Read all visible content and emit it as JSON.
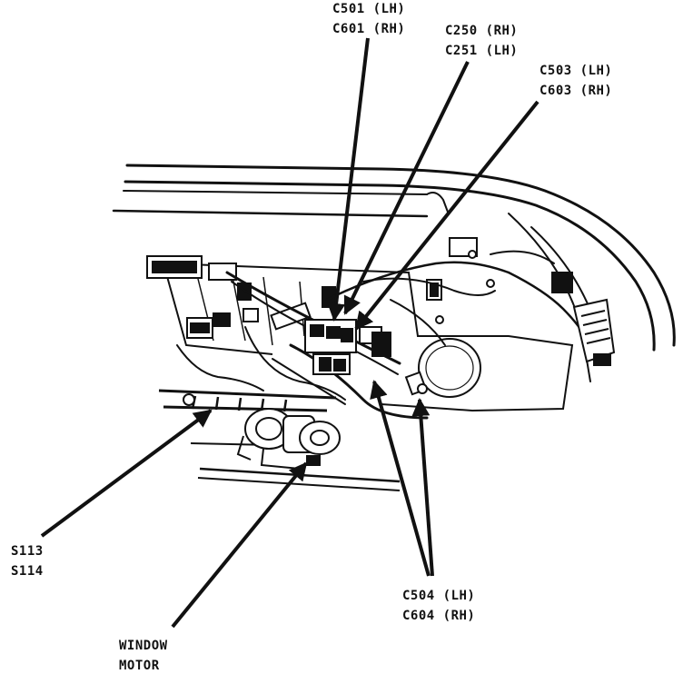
{
  "callouts": {
    "c501": {
      "line1": "C501 (LH)",
      "line2": "C601 (RH)"
    },
    "c250": {
      "line1": "C250 (RH)",
      "line2": "C251 (LH)"
    },
    "c503": {
      "line1": "C503 (LH)",
      "line2": "C603 (RH)"
    },
    "s113": {
      "line1": "S113",
      "line2": "S114"
    },
    "c504": {
      "line1": "C504 (LH)",
      "line2": "C604 (RH)"
    },
    "window_motor": {
      "line1": "WINDOW",
      "line2": "MOTOR"
    }
  },
  "colors": {
    "ink": "#111111",
    "paper": "#ffffff"
  }
}
